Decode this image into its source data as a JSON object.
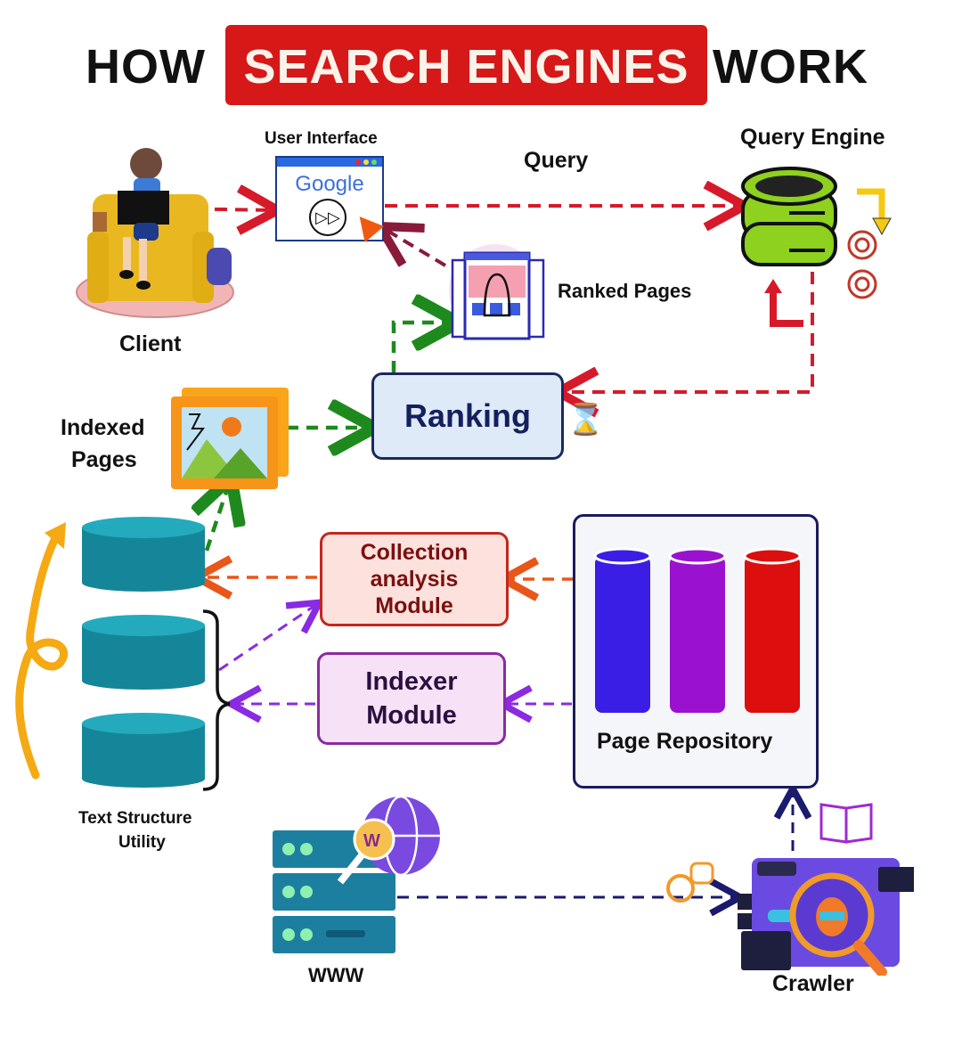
{
  "title": {
    "prefix": "HOW",
    "highlight": "SEARCH ENGINES",
    "suffix": "WORK",
    "highlight_color": "#d61818"
  },
  "nodes": {
    "client": {
      "label": "Client",
      "icon": "person-on-sofa-with-laptop-icon"
    },
    "user_interface": {
      "label": "User Interface",
      "icon": "browser-window-icon",
      "brand_text": "Google"
    },
    "query": {
      "label": "Query"
    },
    "query_engine": {
      "label": "Query Engine",
      "icon": "database-server-icon"
    },
    "ranked_pages": {
      "label": "Ranked Pages",
      "icon": "web-pages-icon"
    },
    "ranking": {
      "label": "Ranking",
      "icon": "hourglass-icon"
    },
    "indexed_pages": {
      "label_line1": "Indexed",
      "label_line2": "Pages",
      "icon": "image-gallery-icon"
    },
    "collection_module": {
      "line1": "Collection",
      "line2": "analysis",
      "line3": "Module"
    },
    "indexer_module": {
      "line1": "Indexer",
      "line2": "Module"
    },
    "page_repository": {
      "label": "Page Repository",
      "icon": "cylinders-icon"
    },
    "text_structure": {
      "line1": "Text Structure",
      "line2": "Utility",
      "icon": "database-stack-icon"
    },
    "www": {
      "label": "WWW",
      "icon": "server-globe-icon"
    },
    "crawler": {
      "label": "Crawler",
      "icon": "bug-magnifier-icon"
    }
  },
  "colors": {
    "query_flow": "#d61a2a",
    "ranking_flow": "#1e8a1e",
    "collection_flow": "#e8561a",
    "indexer_flow": "#8a2be2",
    "crawl_flow": "#1a1a6e",
    "ranking_box_bg": "#dfeaf8",
    "ranking_box_border": "#1a2a5e",
    "collection_box_bg": "#fde1dc",
    "collection_box_border": "#c0281e",
    "indexer_box_bg": "#f7e1f7",
    "indexer_box_border": "#8a2aa0",
    "cylinder_teal": "#1a8fa0",
    "repo_cyl_1": "#3a1ee6",
    "repo_cyl_2": "#9a12d0",
    "repo_cyl_3": "#dc0e0e",
    "query_engine_green": "#8ed11e"
  }
}
